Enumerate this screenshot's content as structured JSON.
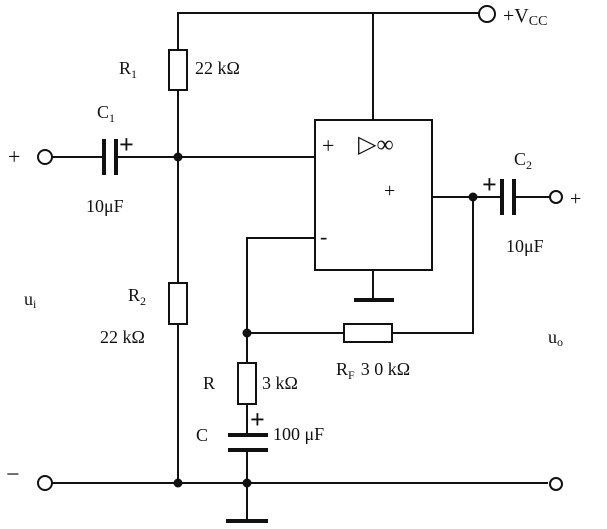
{
  "terminals": {
    "vcc": "+V",
    "vcc_sub": "CC",
    "in_plus": "+",
    "in_minus": "−",
    "out_plus": "+",
    "ui": "u",
    "ui_sub": "i",
    "uo": "u",
    "uo_sub": "o"
  },
  "components": {
    "r1": {
      "name": "R",
      "sub": "1",
      "value": "22 kΩ"
    },
    "r2": {
      "name": "R",
      "sub": "2",
      "value": "22 kΩ"
    },
    "r": {
      "name": "R",
      "value": "3 kΩ"
    },
    "rf": {
      "name": "R",
      "sub": "F",
      "value": "3 0 kΩ"
    },
    "c1": {
      "name": "C",
      "sub": "1",
      "value": "10μF"
    },
    "c2": {
      "name": "C",
      "sub": "2",
      "value": "10μF"
    },
    "c": {
      "name": "C",
      "value": "100 μF"
    }
  },
  "opamp": {
    "symbol": "▷∞",
    "in_plus": "+",
    "in_minus": "-",
    "out": "+"
  },
  "polarity_plus": "+"
}
